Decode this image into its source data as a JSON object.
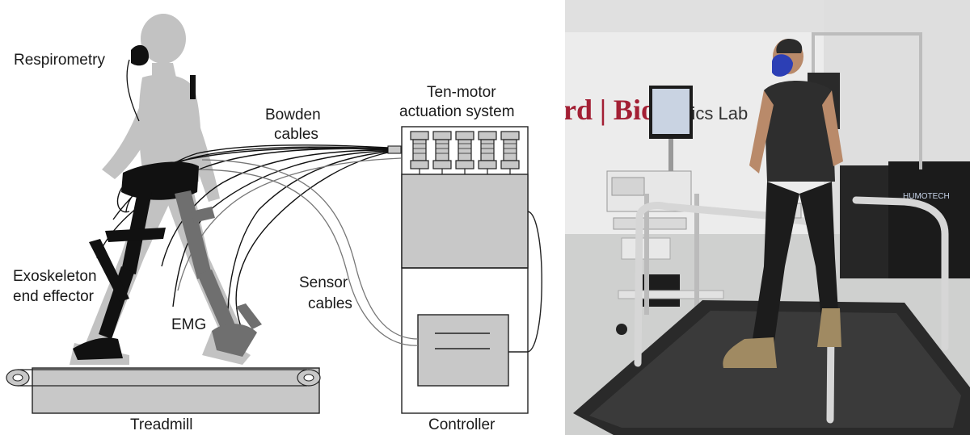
{
  "diagram": {
    "labels": {
      "respirometry": "Respirometry",
      "bowden_line1": "Bowden",
      "bowden_line2": "cables",
      "tenmotor_line1": "Ten-motor",
      "tenmotor_line2": "actuation system",
      "exo_line1": "Exoskeleton",
      "exo_line2": "end effector",
      "emg": "EMG",
      "sensor_line1": "Sensor",
      "sensor_line2": "cables",
      "treadmill": "Treadmill",
      "controller": "Controller"
    }
  },
  "photo": {
    "sign_text": "rd | Biome",
    "sign_text2": "onics Lab",
    "brand": "HUMOTECH"
  },
  "colors": {
    "silhouette": "#c2c2c2",
    "device_gray": "#c8c8c8",
    "exo_black": "#111111",
    "exo_gray": "#6f6f6f",
    "sign_red": "#a31f34",
    "mask_blue": "#2c3fb5"
  }
}
